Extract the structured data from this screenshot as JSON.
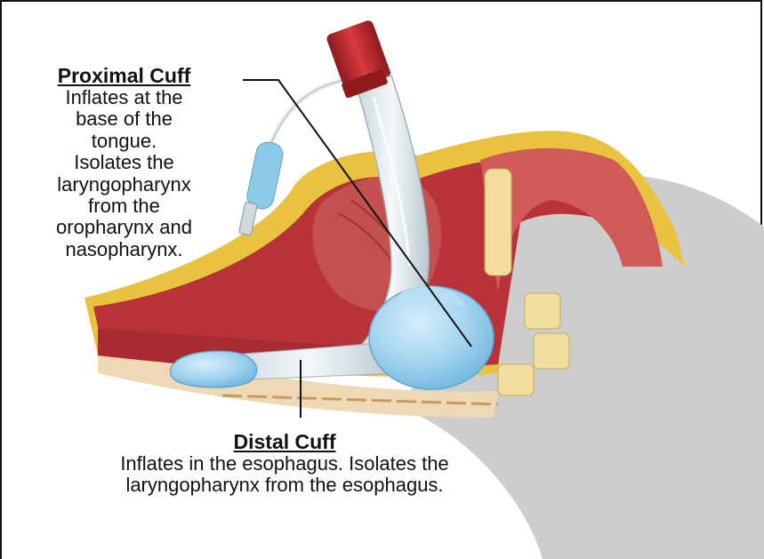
{
  "proximal_cuff": {
    "title": "Proximal Cuff",
    "description": "Inflates at the\nbase of the\ntongue.\nIsolates the\nlaryngopharynx\nfrom the\noropharynx and\nnasopharynx."
  },
  "distal_cuff": {
    "title": "Distal Cuff",
    "description": "Inflates in the esophagus.  Isolates the\nlaryngopharynx from the esophagus."
  },
  "colors": {
    "cuff_blue": "#9fd2ee",
    "tube_clear": "#dfe9ee",
    "connector_red": "#c0262b",
    "tissue_red": "#b8323a",
    "muscle": "#c4504f",
    "bone": "#f2dfa0",
    "fat_yellow": "#e9c240",
    "shadow_gray": "#cfcfcf"
  }
}
